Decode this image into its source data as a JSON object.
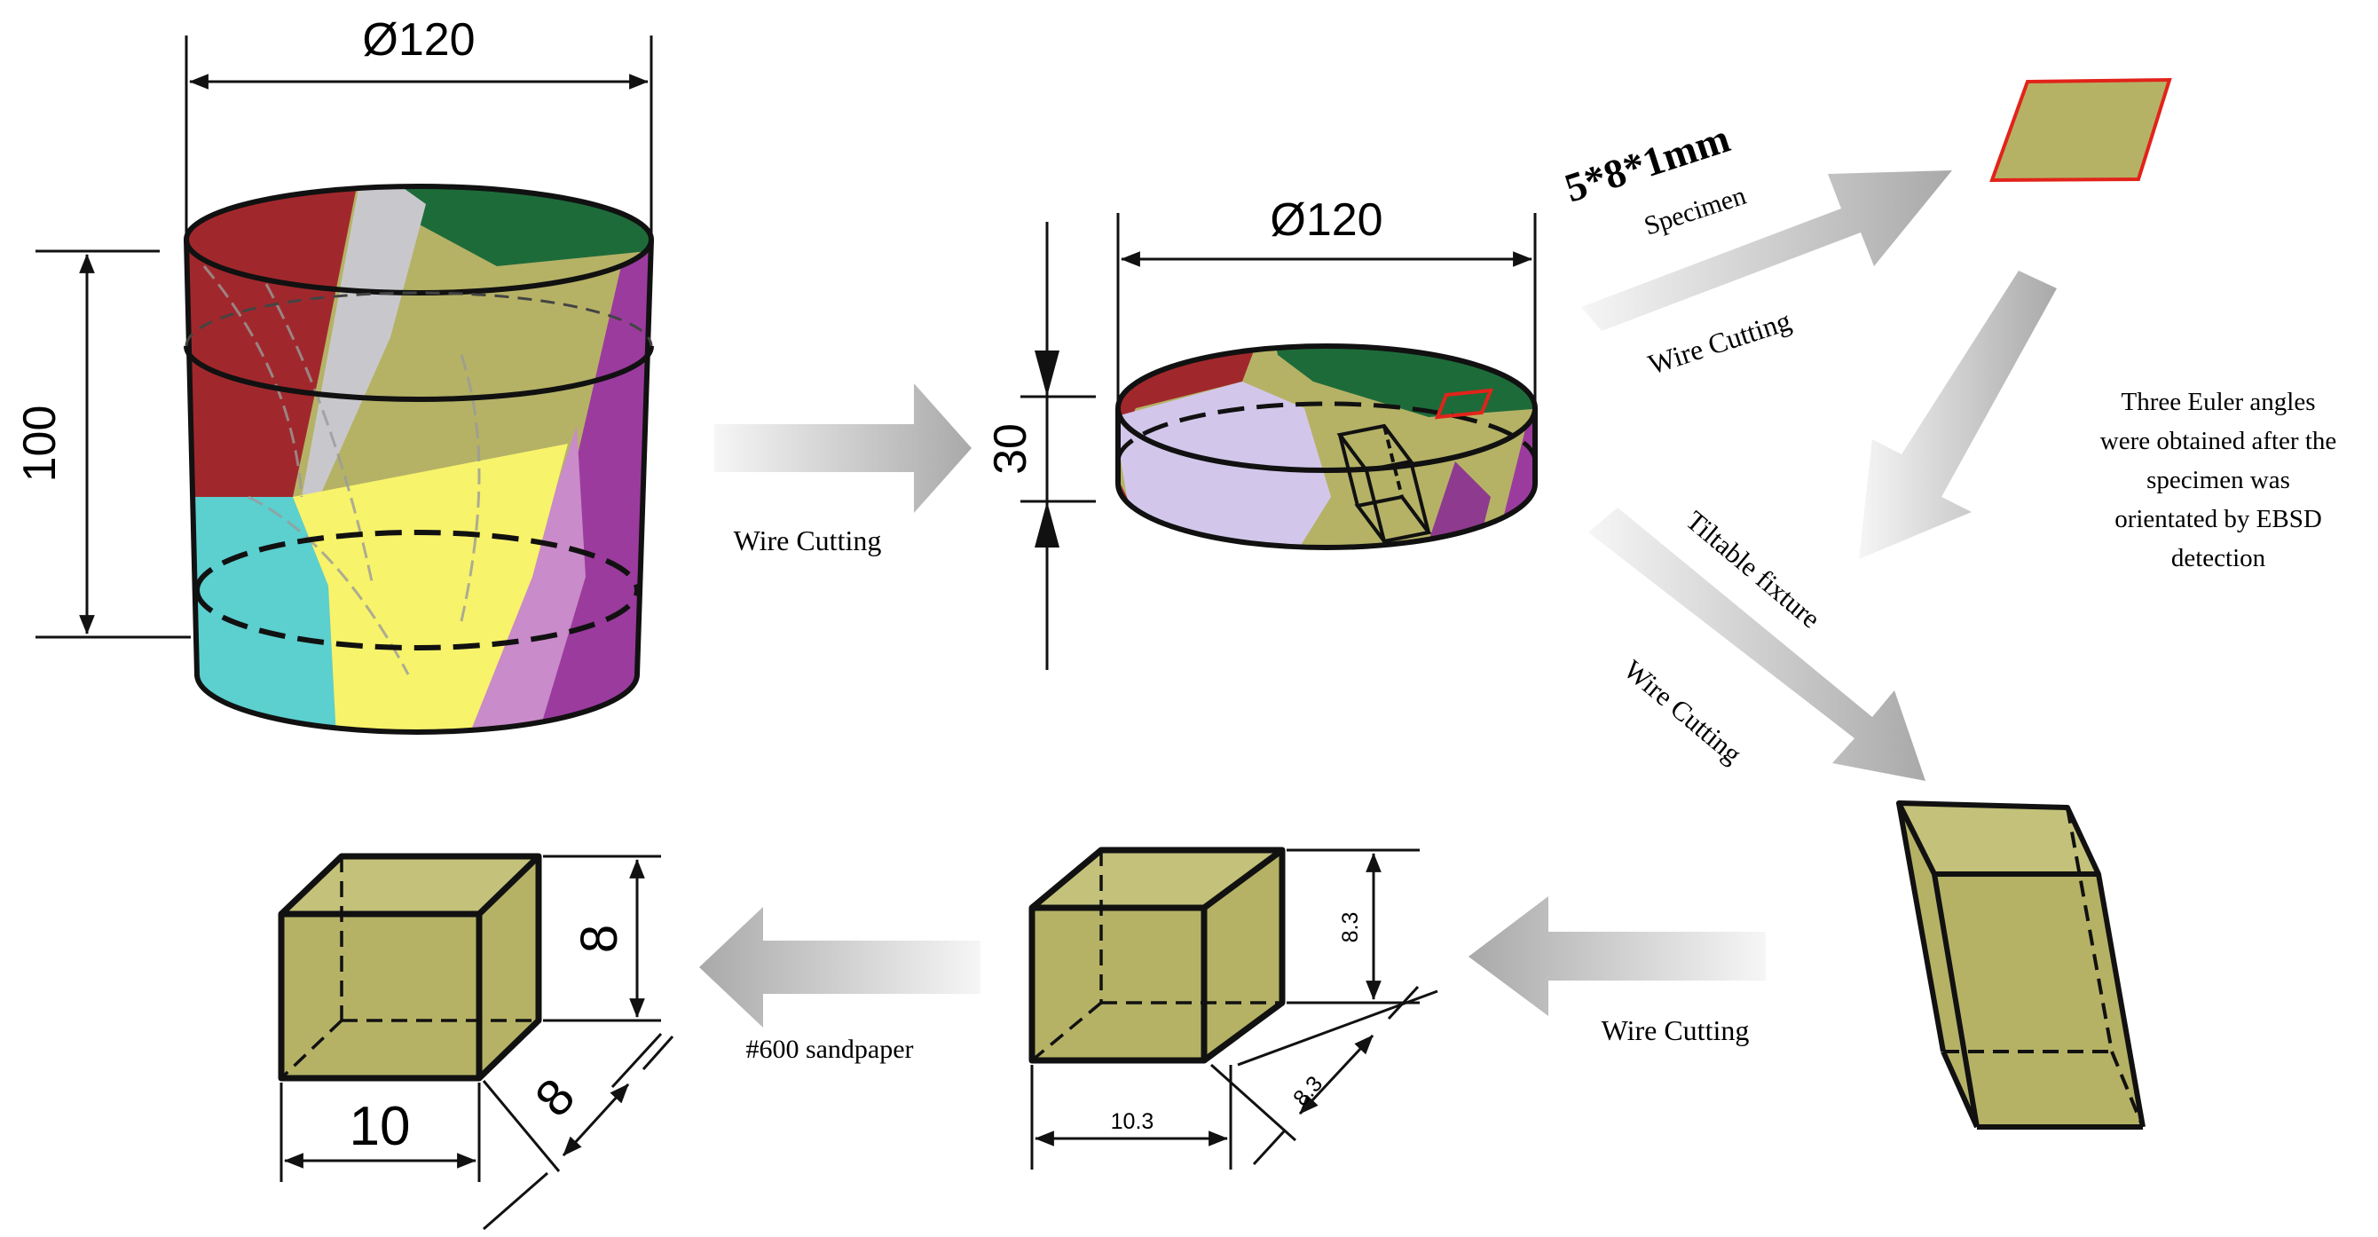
{
  "colors": {
    "olive": "#b5b266",
    "green": "#1e6b3a",
    "red": "#a0282c",
    "purple": "#9b3b9e",
    "light_purple": "#d2c7ea",
    "cyan": "#5ccfcf",
    "yellow": "#f7f36b",
    "light_gray": "#c8c8cc",
    "arrow_gray": "#c8c8c8",
    "outline": "#111111",
    "specimen_border": "#e2231a"
  },
  "dimensions": {
    "ingot_diameter": "Ø120",
    "ingot_height": "100",
    "disc_diameter": "Ø120",
    "disc_height": "30",
    "cube_large_height": "8.3",
    "cube_large_depth": "8.3",
    "cube_large_width": "10.3",
    "cube_small_height": "8",
    "cube_small_depth": "8",
    "cube_small_width": "10"
  },
  "labels": {
    "wire_cutting_1": "Wire Cutting",
    "specimen_size": "5*8*1mm",
    "specimen": "Specimen",
    "wire_cutting_2": "Wire Cutting",
    "euler_note_lines": [
      "Three Euler angles",
      "were obtained after the",
      "specimen was",
      "orientated by EBSD",
      "detection"
    ],
    "tiltable_fixture": "Tiltable fixture",
    "wire_cutting_3": "Wire Cutting",
    "wire_cutting_4": "Wire Cutting",
    "sandpaper": "#600 sandpaper"
  }
}
